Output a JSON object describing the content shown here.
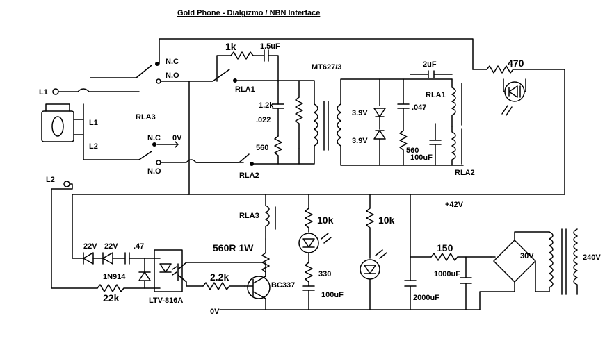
{
  "title": "Gold Phone - Dialgizmo / NBN Interface",
  "terminals": {
    "l1": "L1",
    "l2": "L2",
    "handset_l1": "L1",
    "handset_l2": "L2"
  },
  "relays": {
    "rla3": "RLA3",
    "rla3_coil": "RLA3",
    "nc_top": "N.C",
    "no_top": "N.O",
    "nc_bottom": "N.C",
    "no_bottom": "N.O",
    "zero_v_switch": "0V",
    "rla1_switch": "RLA1",
    "rla2_switch": "RLA2",
    "rla1_coil": "RLA1",
    "rla2_coil": "RLA2"
  },
  "components": {
    "r_1k": "1k",
    "c_1_5uf": "1.5uF",
    "c_022": ".022",
    "r_1_2k": "1.2k",
    "r_560_left": "560",
    "transformer": "MT627/3",
    "z_3_9v_a": "3.9V",
    "z_3_9v_b": "3.9V",
    "c_047": ".047",
    "r_560_right": "560",
    "c_2uf": "2uF",
    "c_100uf_top": "100uF",
    "r_470": "470",
    "supply": "+42V",
    "r_10k_a": "10k",
    "r_10k_b": "10k",
    "r_560r_1w": "560R 1W",
    "z_22v_a": "22V",
    "z_22v_b": "22V",
    "c_47": ".47",
    "d_1n914": "1N914",
    "r_22k": "22k",
    "opto": "LTV-816A",
    "r_2_2k": "2.2k",
    "transistor": "BC337",
    "r_330": "330",
    "c_100uf_bottom": "100uF",
    "ground": "0V",
    "r_150": "150",
    "c_1000uf": "1000uF",
    "c_2000uf": "2000uF",
    "ac_30v": "30V",
    "ac_240v": "240V"
  }
}
